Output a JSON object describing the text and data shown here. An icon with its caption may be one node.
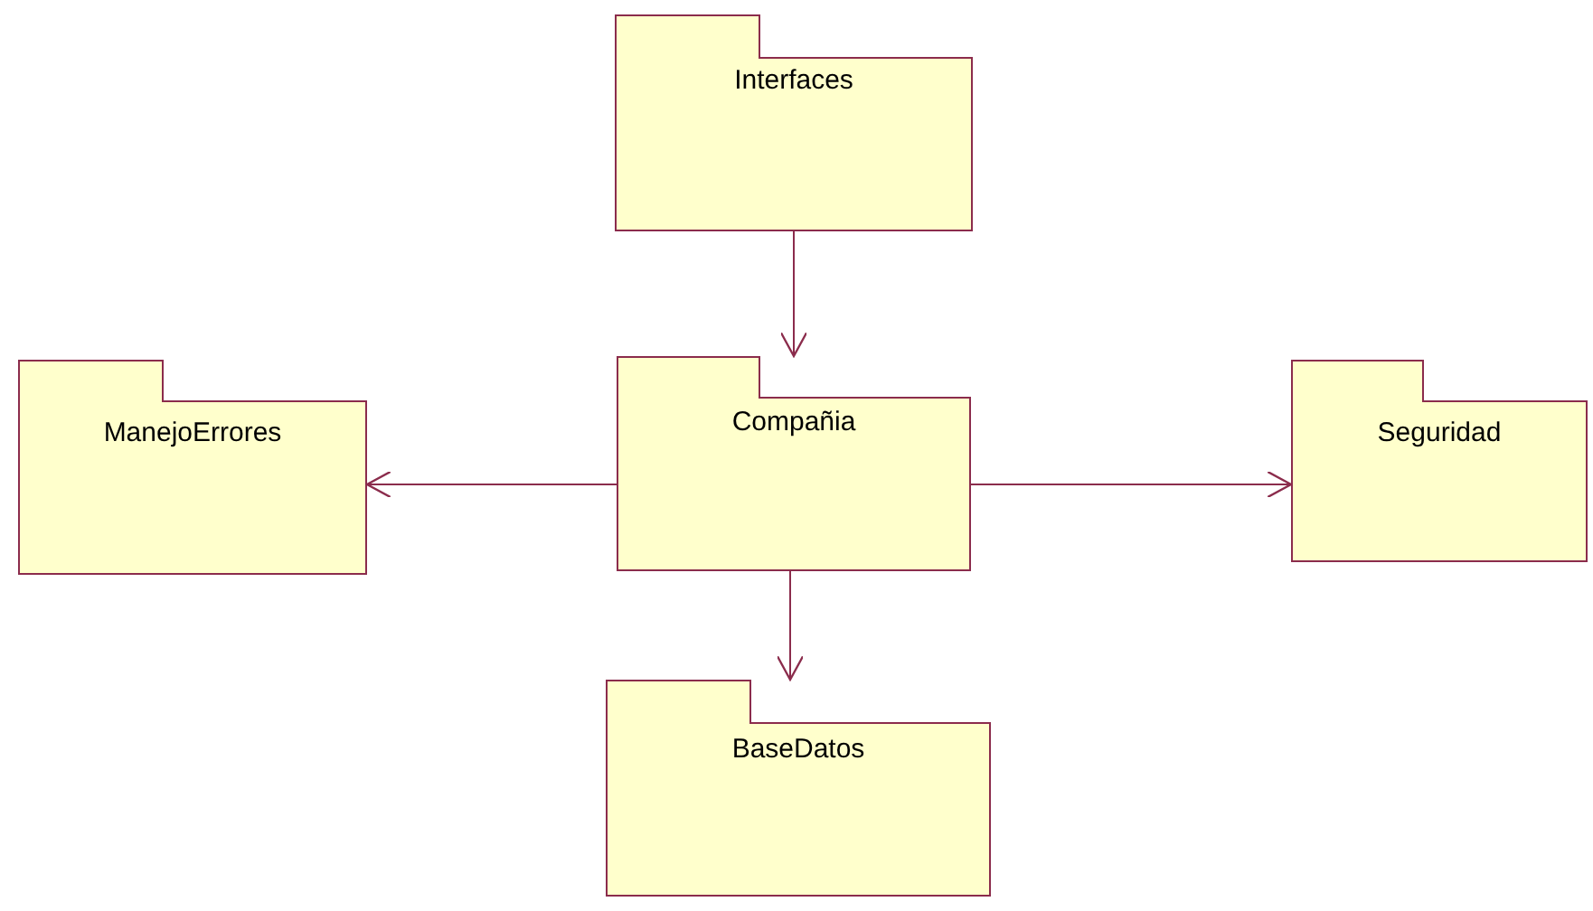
{
  "diagram": {
    "nodes": [
      {
        "text": [
          "Interfaces"
        ]
      },
      {
        "text": [
          "ManejoErrores"
        ]
      },
      {
        "text": [
          "Compañia"
        ]
      },
      {
        "text": [
          "Seguridad"
        ]
      },
      {
        "text": [
          "BaseDatos"
        ]
      }
    ],
    "edges": [
      {
        "from": 0,
        "to": 2,
        "arrow": "to"
      },
      {
        "from": 2,
        "to": 1,
        "arrow": "to"
      },
      {
        "from": 2,
        "to": 3,
        "arrow": "to"
      },
      {
        "from": 2,
        "to": 4,
        "arrow": "to"
      }
    ]
  }
}
